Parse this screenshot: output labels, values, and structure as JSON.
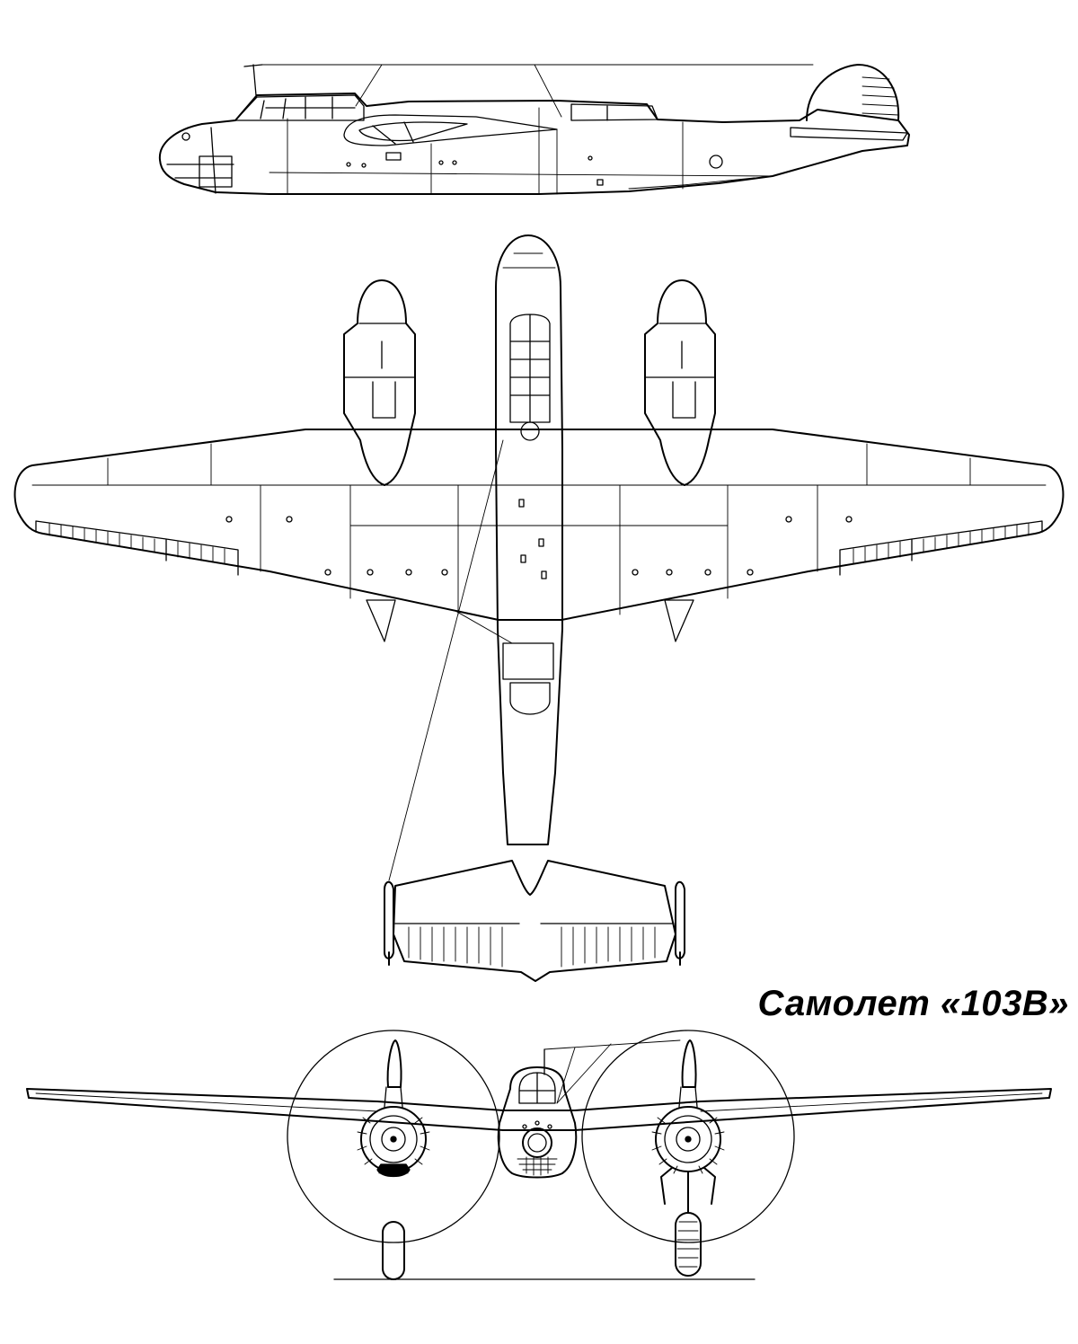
{
  "caption": {
    "title": "Самолет «103В»"
  },
  "colors": {
    "line": "#000000",
    "background": "#ffffff"
  },
  "views": [
    "side-view",
    "top-view",
    "front-view"
  ]
}
